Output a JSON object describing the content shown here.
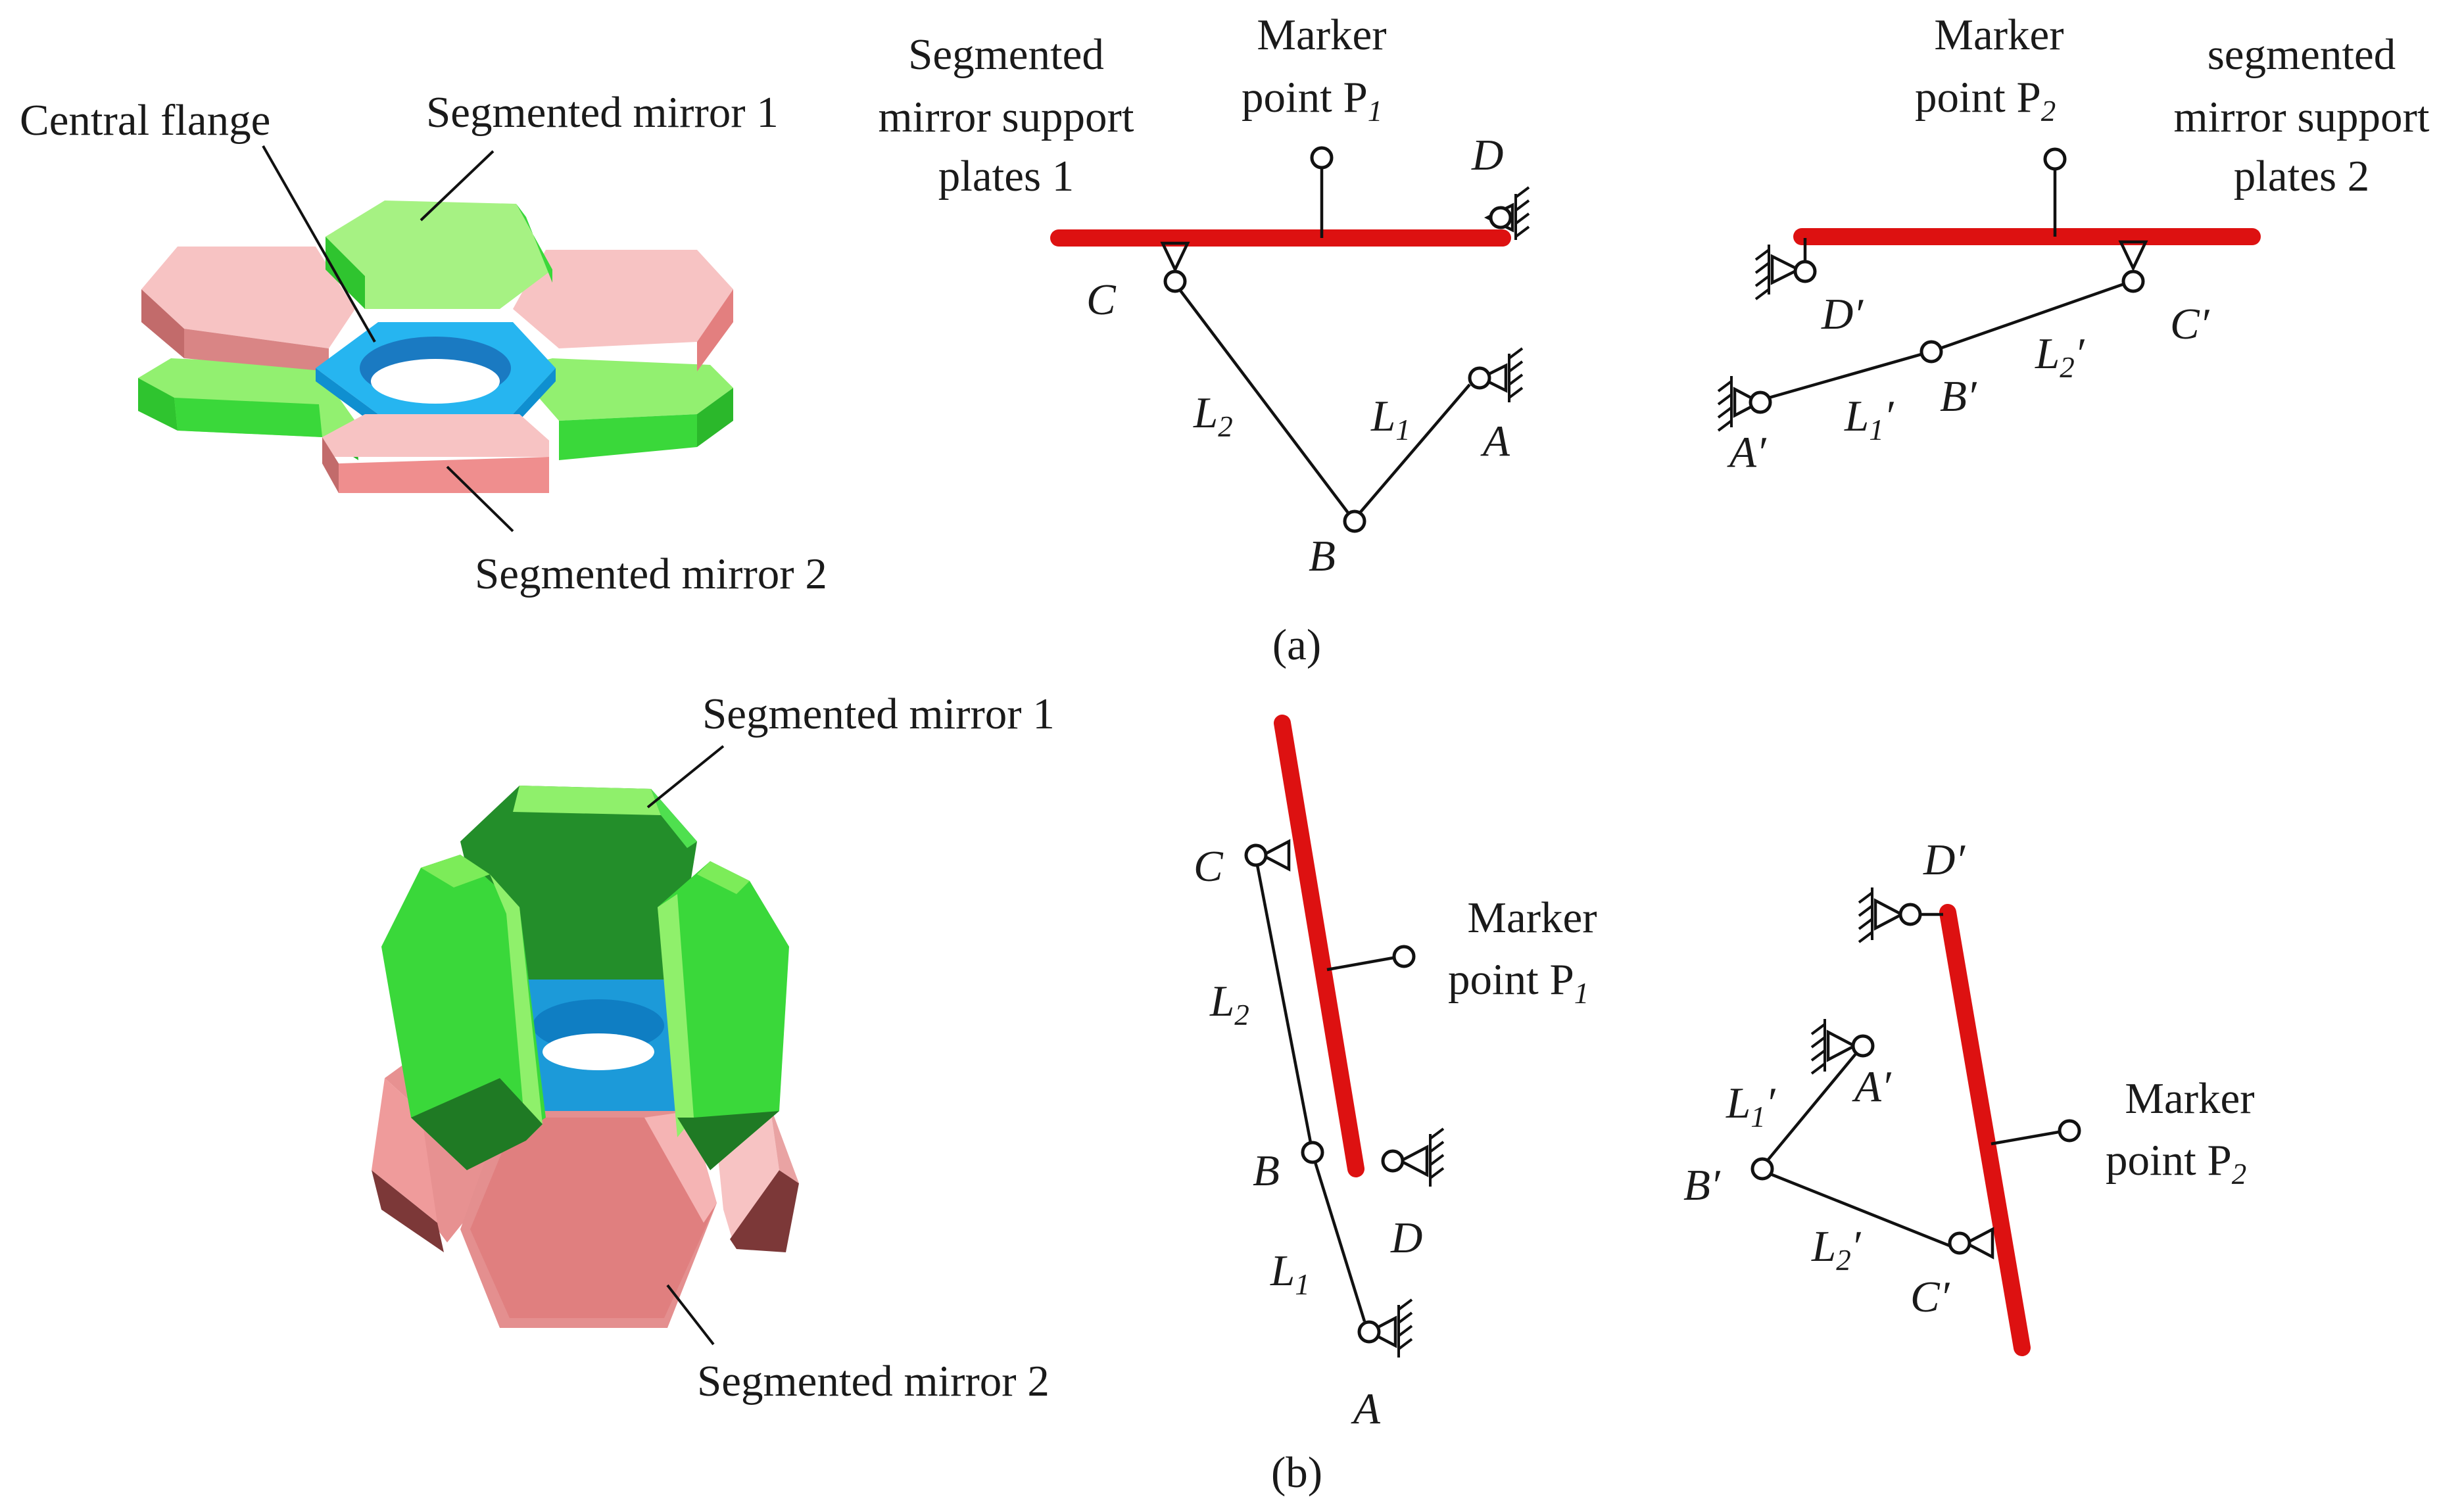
{
  "figure": {
    "a": {
      "caption": "(a)",
      "model": {
        "central_flange": "Central flange",
        "mirror1": "Segmented mirror 1",
        "mirror2": "Segmented mirror 2"
      },
      "mech1": {
        "plate_label": [
          "Segmented",
          "mirror support",
          "plates 1"
        ],
        "marker": [
          "Marker",
          "point P",
          "1"
        ],
        "points": {
          "A": "A",
          "B": "B",
          "C": "C",
          "D": "D"
        },
        "links": {
          "L1": "L",
          "L1_sub": "1",
          "L2": "L",
          "L2_sub": "2"
        }
      },
      "mech2": {
        "plate_label": [
          "segmented",
          "mirror support",
          "plates 2"
        ],
        "marker": [
          "Marker",
          "point P",
          "2"
        ],
        "points": {
          "A": "A′",
          "B": "B′",
          "C": "C′",
          "D": "D′"
        },
        "links": {
          "L1": "L",
          "L1_sub": "1",
          "L1_prime": "′",
          "L2": "L",
          "L2_sub": "2",
          "L2_prime": "′"
        }
      }
    },
    "b": {
      "caption": "(b)",
      "model": {
        "mirror1": "Segmented mirror 1",
        "mirror2": "Segmented mirror 2"
      },
      "mech1": {
        "marker": [
          "Marker",
          "point P",
          "1"
        ],
        "points": {
          "A": "A",
          "B": "B",
          "C": "C",
          "D": "D"
        },
        "links": {
          "L1": "L",
          "L1_sub": "1",
          "L2": "L",
          "L2_sub": "2"
        }
      },
      "mech2": {
        "marker": [
          "Marker",
          "point P",
          "2"
        ],
        "points": {
          "A": "A′",
          "B": "B′",
          "C": "C′",
          "D": "D′"
        },
        "links": {
          "L1": "L",
          "L1_sub": "1",
          "L1_prime": "′",
          "L2": "L",
          "L2_sub": "2",
          "L2_prime": "′"
        }
      }
    }
  },
  "colors": {
    "plate": "#dd1111",
    "green": "#7fea5a",
    "pink": "#f2a7a7",
    "flange": "#26b5f0"
  }
}
